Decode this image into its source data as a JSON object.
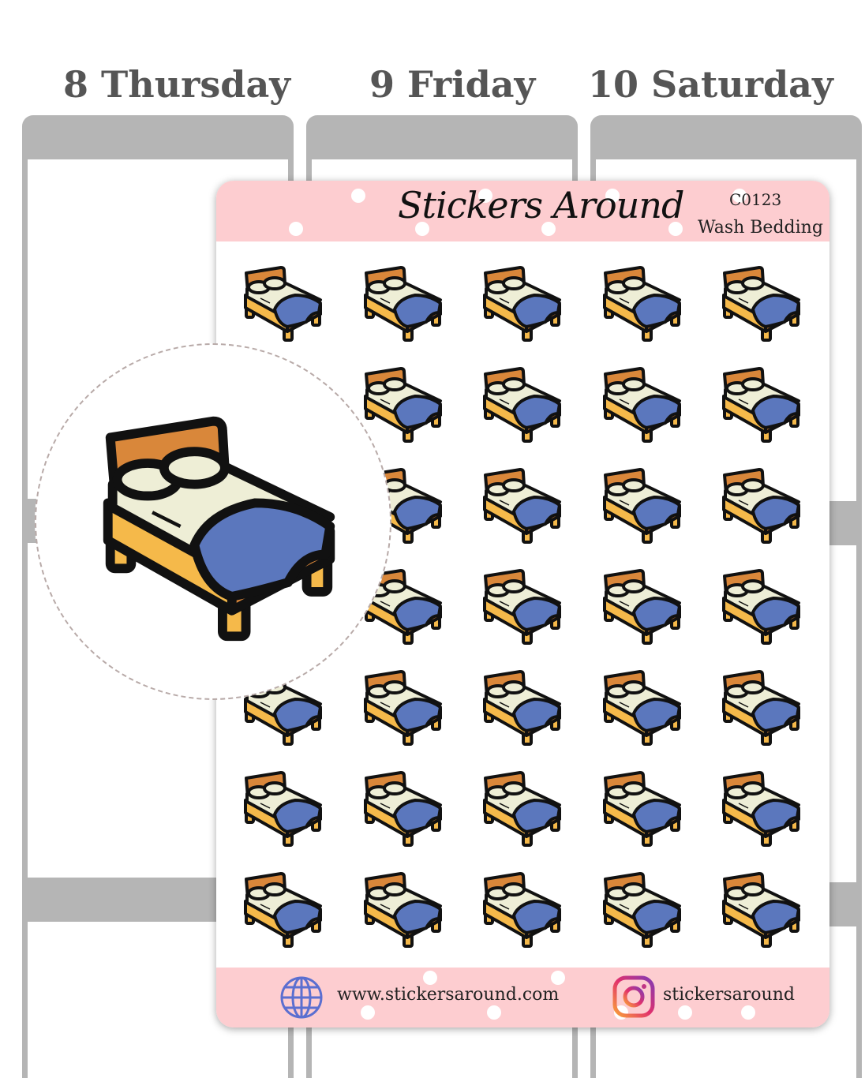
{
  "planner": {
    "days": [
      "8 Thursday",
      "9 Friday",
      "10 Saturday"
    ]
  },
  "sheet": {
    "brand": "Stickers Around",
    "code": "C0123",
    "title": "Wash Bedding",
    "sticker_icon": "bed-icon",
    "rows": 7,
    "columns": 5,
    "footer": {
      "website": "www.stickersaround.com",
      "instagram": "stickersaround"
    }
  },
  "colors": {
    "header_pink": "#fdcdd0",
    "blanket_blue": "#5b77bd",
    "frame_yellow": "#f5b94a",
    "headboard_orange": "#d9873a",
    "mattress_cream": "#eeeed6"
  }
}
